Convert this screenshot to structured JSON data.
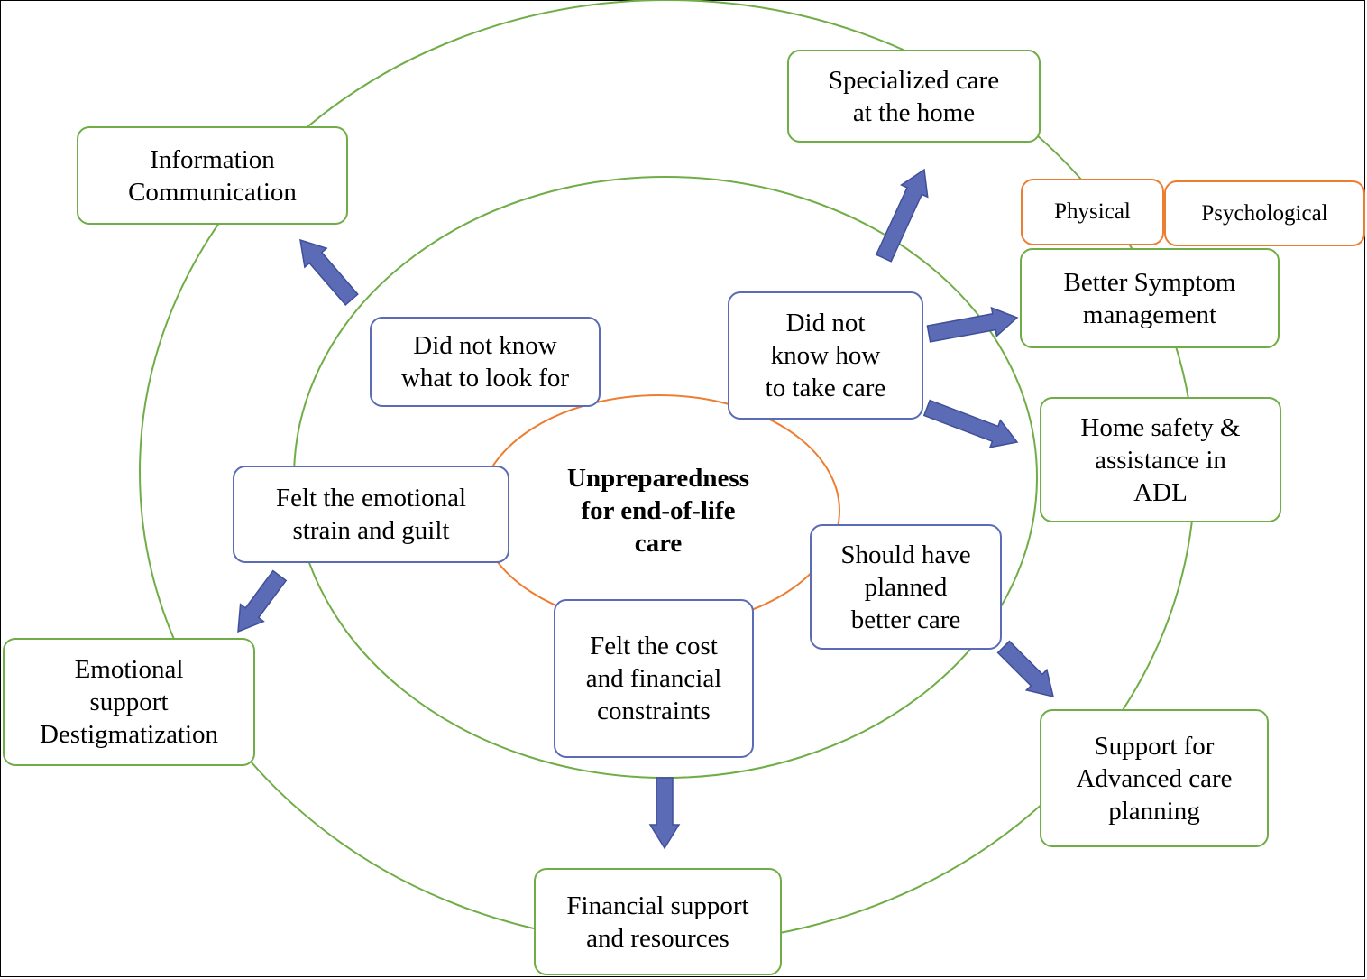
{
  "center": {
    "label": "Unpreparedness\nfor end-of-life\ncare"
  },
  "inner_themes": {
    "look_for": "Did not know\nwhat to look for",
    "take_care": "Did not\nknow how\nto take care",
    "emotional": "Felt the emotional\nstrain and guilt",
    "planned": "Should have\nplanned\nbetter care",
    "cost": "Felt the cost\nand financial\nconstraints"
  },
  "outer_needs": {
    "info": "Information\nCommunication",
    "specialized": "Specialized care\nat the home",
    "physical": "Physical",
    "psychological": "Psychological",
    "symptom": "Better Symptom\nmanagement",
    "home_safety": "Home safety &\nassistance in\nADL",
    "advanced": "Support for\nAdvanced care\nplanning",
    "financial": "Financial support\nand resources",
    "emotional_support": "Emotional\nsupport\nDestigmatization"
  },
  "colors": {
    "outer_ring": "#70ad47",
    "inner_ring": "#70ad47",
    "core_ring": "#ed7d31",
    "theme_border": "#5b6bb5",
    "need_border": "#70ad47",
    "subneed_border": "#ed7d31",
    "arrow_fill": "#5b6bb5",
    "arrow_stroke": "#3f4f99"
  }
}
